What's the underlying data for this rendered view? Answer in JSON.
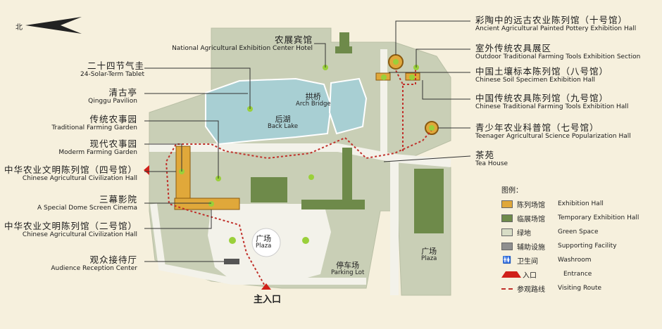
{
  "compass": {
    "label": "北"
  },
  "labels": {
    "hotel": {
      "zh": "农展宾馆",
      "en": "National Agricultural Exhibition Center Hotel"
    },
    "solar": {
      "zh": "二十四节气圭",
      "en": "24-Solar-Term Tablet"
    },
    "qinggu": {
      "zh": "清古亭",
      "en": "Qinggu Pavilion"
    },
    "traditional_garden": {
      "zh": "传统农事园",
      "en": "Traditional Farming Garden"
    },
    "modern_garden": {
      "zh": "现代农事园",
      "en": "Moderm Farming Garden"
    },
    "hall4": {
      "zh": "中华农业文明陈列馆（四号馆）",
      "en": "Chinese Agricultural Civilization Hall"
    },
    "dome": {
      "zh": "三幕影院",
      "en": "A Special Dome Screen Cinema"
    },
    "hall2": {
      "zh": "中华农业文明陈列馆（二号馆）",
      "en": "Chinese Agricultural Civilization Hall"
    },
    "reception": {
      "zh": "观众接待厅",
      "en": "Audience Reception Center"
    },
    "hall10": {
      "zh": "彩陶中的远古农业陈列馆（十号馆）",
      "en": "Ancient Agricultural Painted Pottery Exhibition Hall"
    },
    "outdoor": {
      "zh": "室外传统农具展区",
      "en": "Outdoor Traditional Farming Tools Exhibition Section"
    },
    "hall8": {
      "zh": "中国土壤标本陈列馆（八号馆）",
      "en": "Chinese Soil Specimen Exhibition Hall"
    },
    "hall9": {
      "zh": "中国传统农具陈列馆（九号馆）",
      "en": "Chinese Traditional Farming Tools Exhibition Hall"
    },
    "hall7": {
      "zh": "青少年农业科普馆（七号馆）",
      "en": "Teenager Agricultural Science Popularization Hall"
    },
    "tea": {
      "zh": "茶苑",
      "en": "Tea House"
    }
  },
  "map_text": {
    "back_lake": {
      "zh": "后湖",
      "en": "Back Lake"
    },
    "arch_bridge": {
      "zh": "拱桥",
      "en": "Arch Bridge"
    },
    "plaza_center": {
      "zh": "广场",
      "en": "Plaza"
    },
    "plaza_right": {
      "zh": "广场",
      "en": "Plaza"
    },
    "parking": {
      "zh": "停车场",
      "en": "Parking Lot"
    }
  },
  "main_entrance": "主入口",
  "legend": {
    "title": "图例：",
    "items": [
      {
        "zh": "陈列场馆",
        "en": "Exhibition Hall",
        "color": "#e0a83a"
      },
      {
        "zh": "临展场馆",
        "en": "Temporary Exhibition Hall",
        "color": "#6e8a4a"
      },
      {
        "zh": "绿地",
        "en": "Green Space",
        "color": "#d8ddc6"
      },
      {
        "zh": "辅助设施",
        "en": "Supporting Facility",
        "color": "#8f8f8f"
      },
      {
        "zh": "卫生间",
        "en": "Washroom",
        "color": ""
      },
      {
        "zh": "入口",
        "en": "Entrance",
        "color": "#d0201a"
      },
      {
        "zh": "参观路线",
        "en": "Visiting Route",
        "color": "#c0302a"
      }
    ]
  },
  "colors": {
    "ground": "#c9cfb6",
    "road": "#f3f2ea",
    "lake": "#a8cfd3",
    "exhibition": "#e0a83a",
    "temporary": "#6e8a4a",
    "route": "#c0302a",
    "marker": "#9ad03a"
  }
}
